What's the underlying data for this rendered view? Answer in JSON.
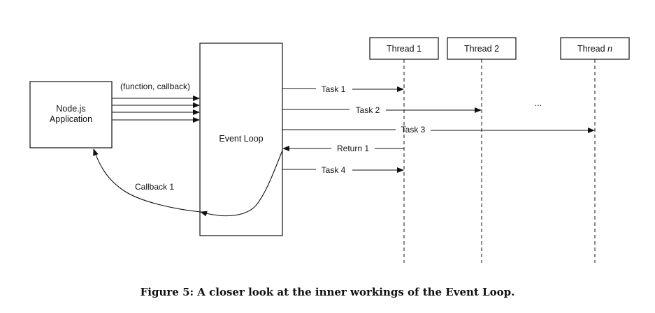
{
  "diagram": {
    "app_box": {
      "line1": "Node.js",
      "line2": "Application"
    },
    "event_loop_box": {
      "label": "Event Loop"
    },
    "threads": [
      {
        "label": "Thread 1",
        "suffix": ""
      },
      {
        "label": "Thread 2",
        "suffix": ""
      },
      {
        "label": "Thread ",
        "suffix": "n"
      }
    ],
    "ellipsis": "...",
    "input_label": "(function, callback)",
    "messages": [
      {
        "label": "Task 1",
        "direction": "to-thread"
      },
      {
        "label": "Task 2",
        "direction": "to-thread"
      },
      {
        "label": "Task 3",
        "direction": "to-thread"
      },
      {
        "label": "Return 1",
        "direction": "to-event-loop"
      },
      {
        "label": "Task 4",
        "direction": "to-thread"
      }
    ],
    "callback_label": "Callback 1"
  },
  "caption": "Figure 5: A closer look at the inner workings of the Event Loop."
}
